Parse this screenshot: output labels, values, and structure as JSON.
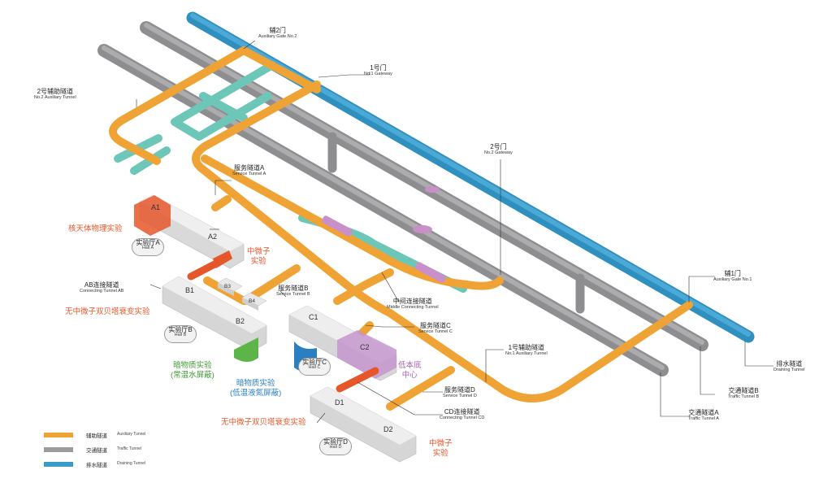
{
  "colors": {
    "auxiliary": "#f0a335",
    "traffic": "#9b9b9d",
    "draining": "#3a9bc9",
    "teal": "#6cc7b8",
    "red": "#e5572a",
    "green": "#5db54a",
    "blue": "#2a7fc1",
    "purple": "#b77dc2"
  },
  "labels": {
    "aux_gate_2": {
      "zh": "辅2门",
      "en": "Auxiliary Gate No.2"
    },
    "gate_1": {
      "zh": "1号门",
      "en": "No.1 Gateway"
    },
    "gate_2": {
      "zh": "2号门",
      "en": "No.2 Gateway"
    },
    "aux_tunnel_2": {
      "zh": "2号辅助隧道",
      "en": "No.2 Auxiliary Tunnel"
    },
    "service_a": {
      "zh": "服务隧道A",
      "en": "Service Tunnel A"
    },
    "service_b": {
      "zh": "服务隧道B",
      "en": "Service Tunnel B"
    },
    "service_c": {
      "zh": "服务隧道C",
      "en": "Service Tunnel C"
    },
    "service_d": {
      "zh": "服务隧道D",
      "en": "Service Tunnel D"
    },
    "ab_connect": {
      "zh": "AB连接隧道",
      "en": "Connecting Tunnel AB"
    },
    "cd_connect": {
      "zh": "CD连接隧道",
      "en": "Connecting Tunnel CD"
    },
    "middle_connect": {
      "zh": "中间连接隧道",
      "en": "Middle Connecting Tunnel"
    },
    "aux_tunnel_1": {
      "zh": "1号辅助隧道",
      "en": "No.1 Auxiliary Tunnel"
    },
    "aux_gate_1": {
      "zh": "辅1门",
      "en": "Auxiliary Gate No.1"
    },
    "drain": {
      "zh": "排水隧道",
      "en": "Draining Tunnel"
    },
    "traffic_b": {
      "zh": "交通隧道B",
      "en": "Traffic Tunnel B"
    },
    "traffic_a": {
      "zh": "交通隧道A",
      "en": "Traffic Tunnel A"
    }
  },
  "halls": {
    "a": {
      "zh": "实验厅A",
      "en": "Hall A"
    },
    "b": {
      "zh": "实验厅B",
      "en": "Hall B"
    },
    "c": {
      "zh": "实验厅C",
      "en": "Hall C"
    },
    "d": {
      "zh": "实验厅D",
      "en": "Hall D"
    }
  },
  "rooms": {
    "a1": "A1",
    "a2": "A2",
    "b1": "B1",
    "b2": "B2",
    "b3": "B3",
    "b4": "B4",
    "c1": "C1",
    "c2": "C2",
    "d1": "D1",
    "d2": "D2"
  },
  "experiments": {
    "nuclear_astro": "核天体物理实验",
    "neutrino_a": [
      "中微子",
      "实验"
    ],
    "double_beta_b": "无中微子双贝塔衰变实验",
    "dm_water": [
      "暗物质实验",
      "(常温水屏蔽)"
    ],
    "dm_lin": [
      "暗物质实验",
      "(低温液氮屏蔽)"
    ],
    "low_bg": [
      "低本底",
      "中心"
    ],
    "double_beta_d": "无中微子双贝塔衰变实验",
    "neutrino_d": [
      "中微子",
      "实验"
    ]
  },
  "legend": [
    {
      "zh": "辅助隧道",
      "en": "Auxiliary Tunnel",
      "color": "#f0a335"
    },
    {
      "zh": "交通隧道",
      "en": "Traffic Tunnel",
      "color": "#9b9b9d"
    },
    {
      "zh": "排水隧道",
      "en": "Draining Tunnel",
      "color": "#3a9bc9"
    }
  ]
}
